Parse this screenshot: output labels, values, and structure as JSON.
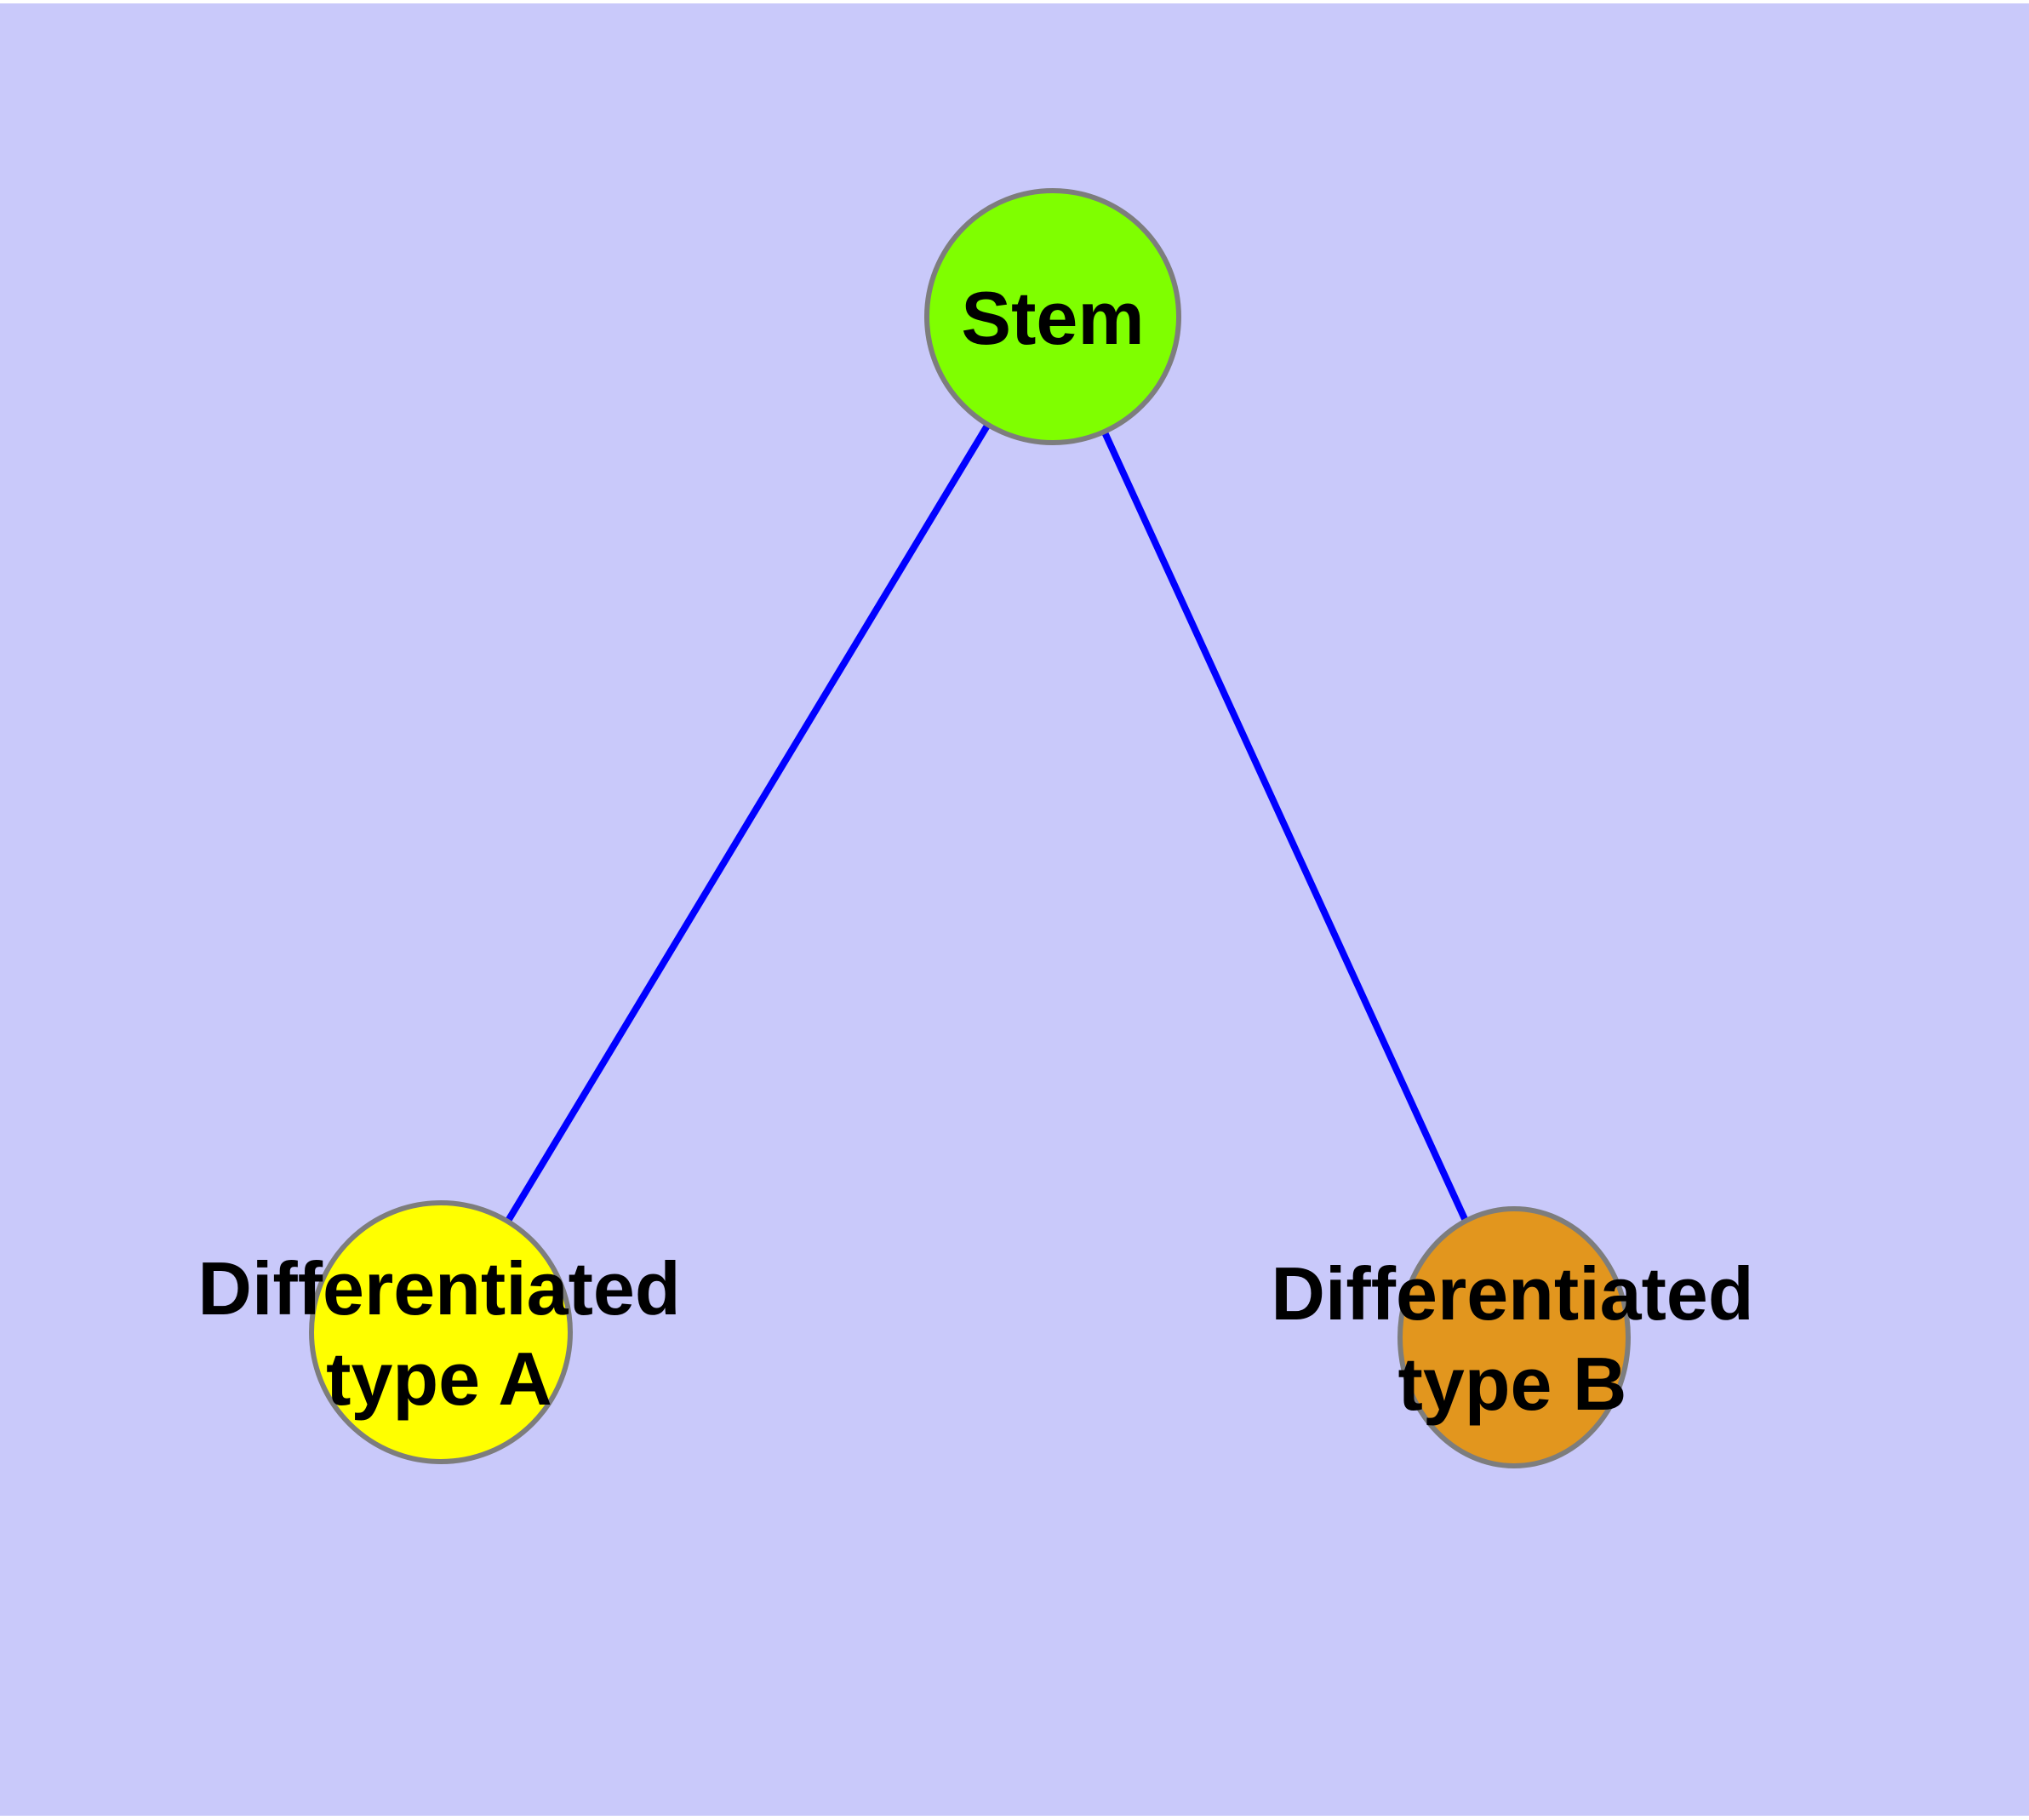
{
  "diagram": {
    "type": "graph",
    "background_color": "#C9C9FA",
    "page_margin_color": "#FFFFFF",
    "edge_color": "#0000FF",
    "node_border_color": "#7D7D7D",
    "label_color": "#000000",
    "nodes": [
      {
        "id": "stem",
        "label": "Stem",
        "label_lines": [
          "Stem"
        ],
        "fill": "#7FFF00"
      },
      {
        "id": "differentiated-type-a",
        "label": "Differentiated type A",
        "label_lines": [
          "Differentiated",
          "type A"
        ],
        "fill": "#FFFF00"
      },
      {
        "id": "differentiated-type-b",
        "label": "Differentiated type B",
        "label_lines": [
          "Differentiated",
          "type B"
        ],
        "fill": "#E2961E"
      }
    ],
    "edges": [
      {
        "from": "stem",
        "to": "differentiated-type-a"
      },
      {
        "from": "stem",
        "to": "differentiated-type-b"
      }
    ]
  }
}
